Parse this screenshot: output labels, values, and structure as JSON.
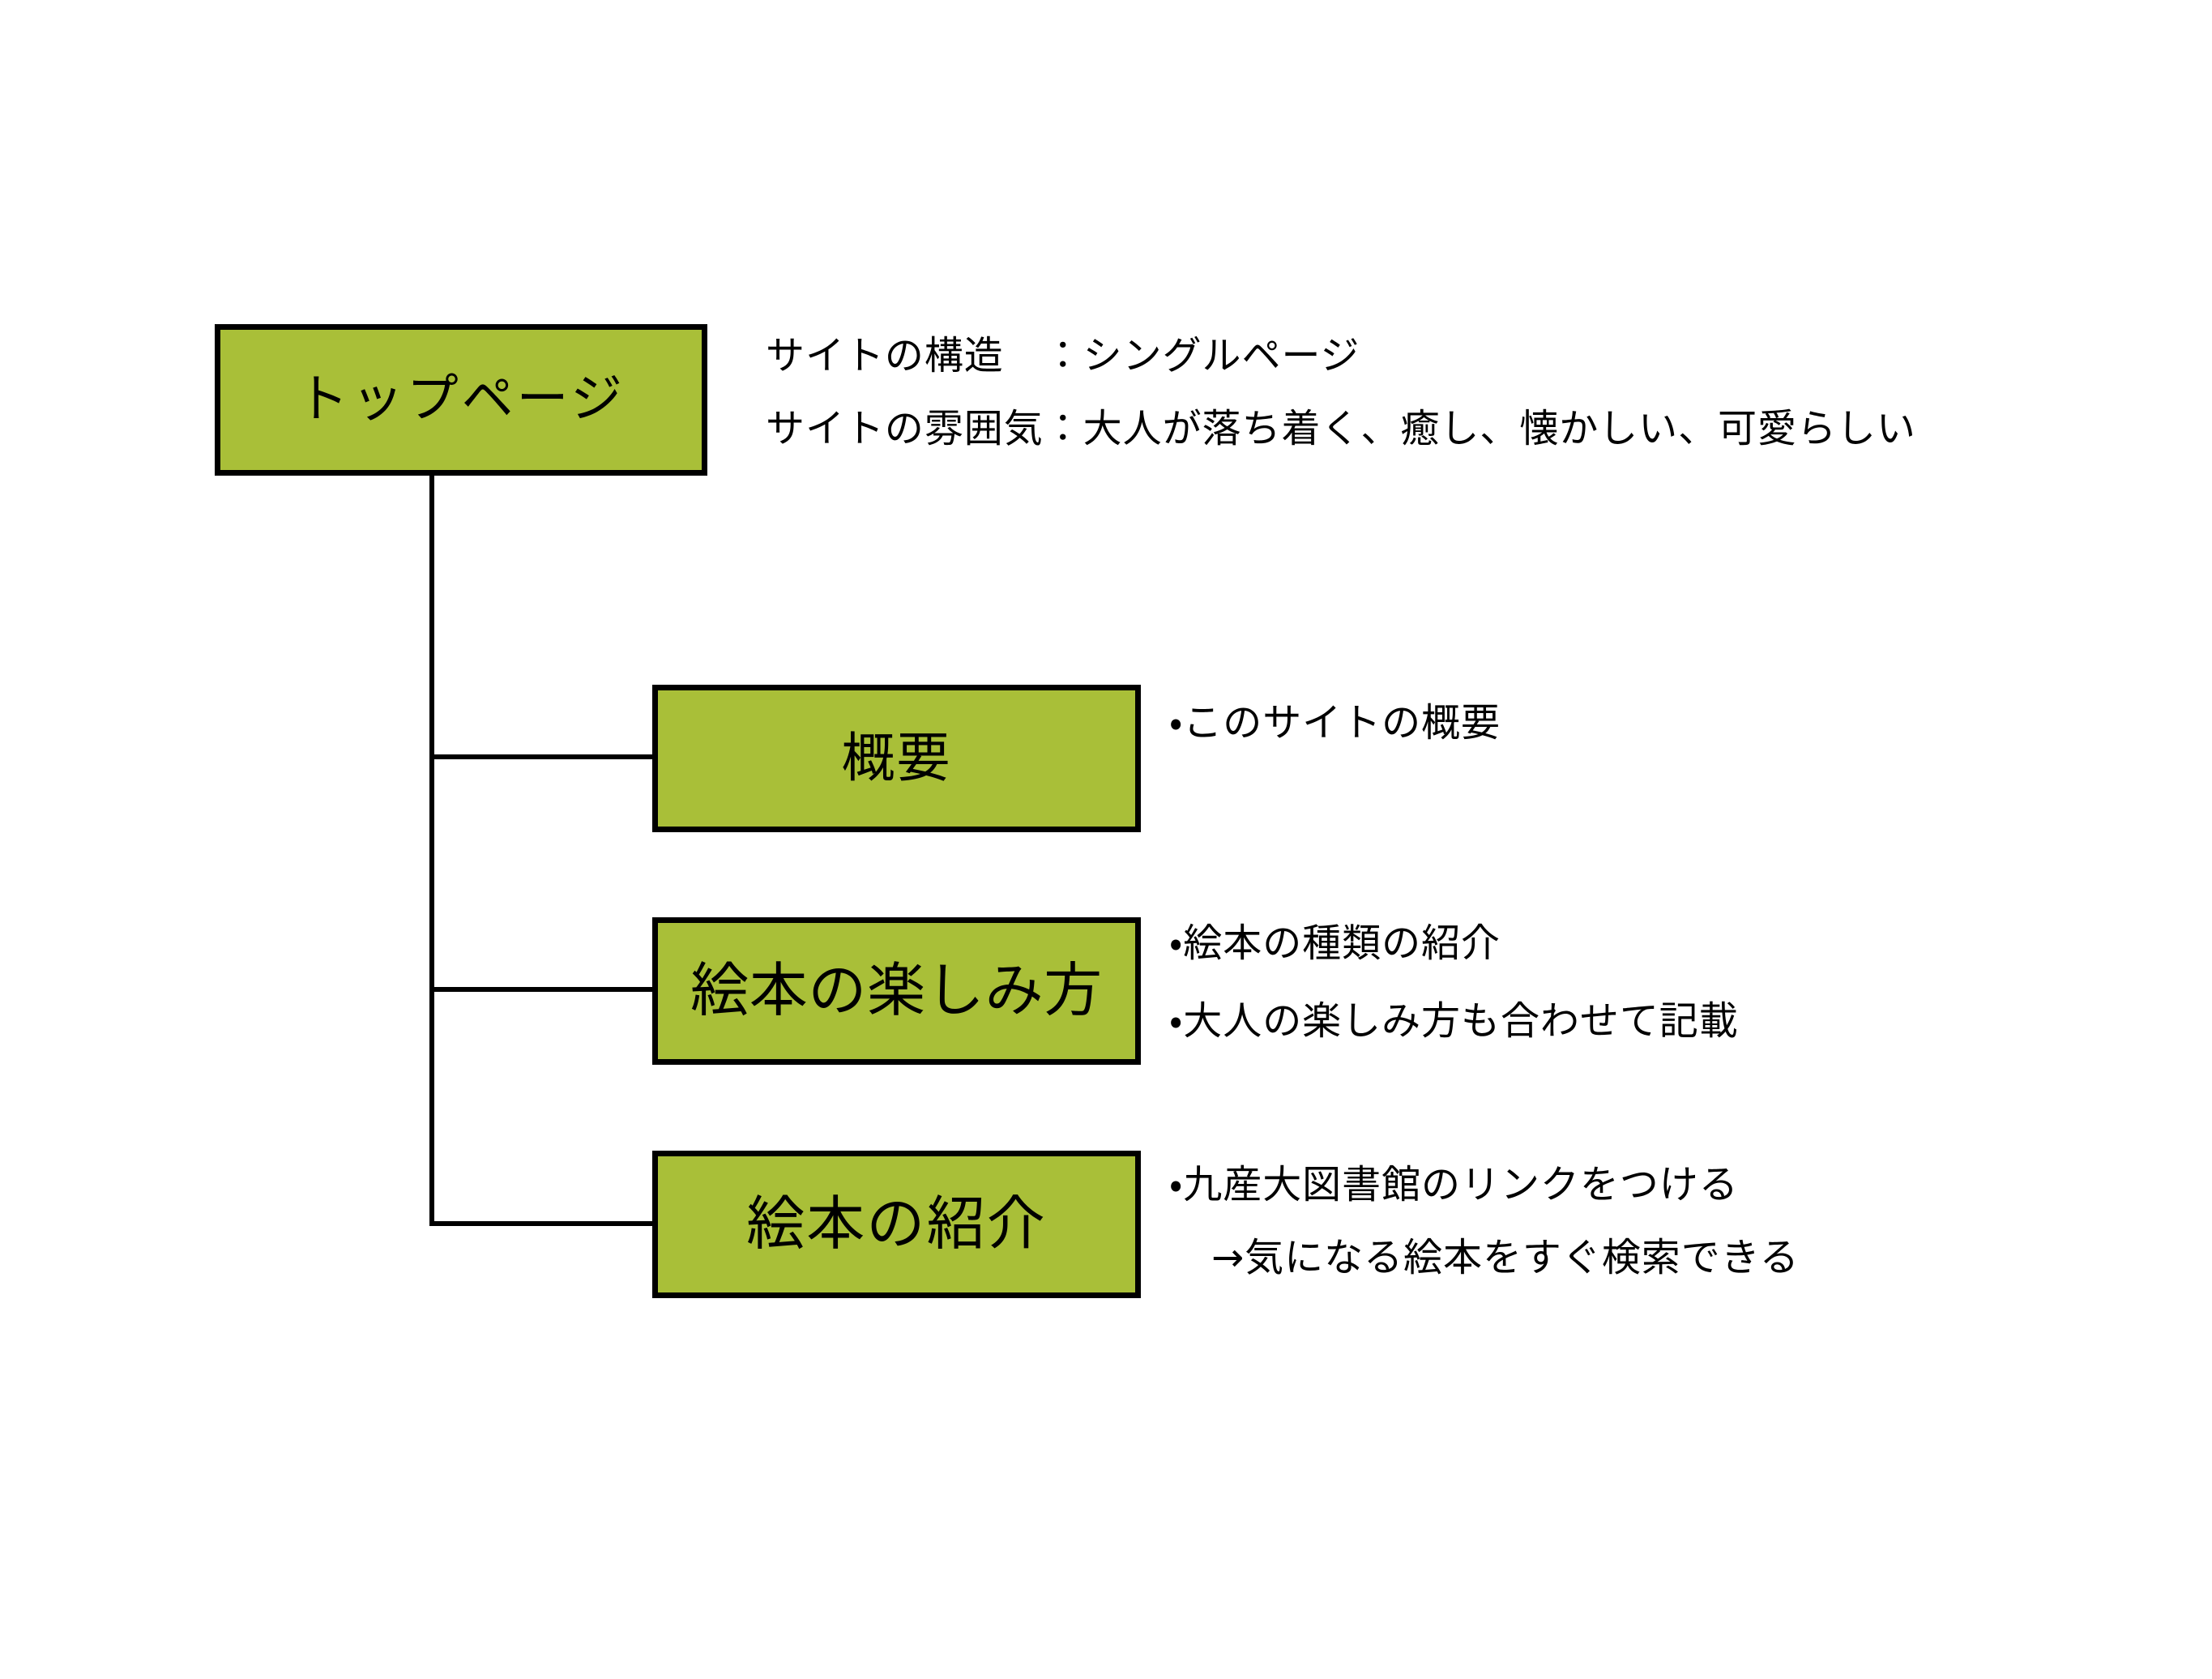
{
  "diagram": {
    "title_node": {
      "label": "トップページ",
      "fill_color": "#a9bf38",
      "border_color": "#000000"
    },
    "root_annotations": [
      "サイトの構造　：シングルページ",
      "サイトの雰囲気：大人が落ち着く、癒し、懐かしい、可愛らしい"
    ],
    "children": [
      {
        "label": "概要",
        "annotations": [
          "・このサイトの概要"
        ]
      },
      {
        "label": "絵本の楽しみ方",
        "annotations": [
          "・絵本の種類の紹介",
          "・大人の楽しみ方も合わせて記載"
        ]
      },
      {
        "label": "絵本の紹介",
        "annotations": [
          "・九産大図書館のリンクをつける",
          "→気になる絵本をすぐ検索できる"
        ]
      }
    ],
    "colors": {
      "node_fill": "#a9bf38",
      "node_border": "#000000",
      "connector": "#000000",
      "text": "#000000",
      "background": "#ffffff"
    }
  }
}
